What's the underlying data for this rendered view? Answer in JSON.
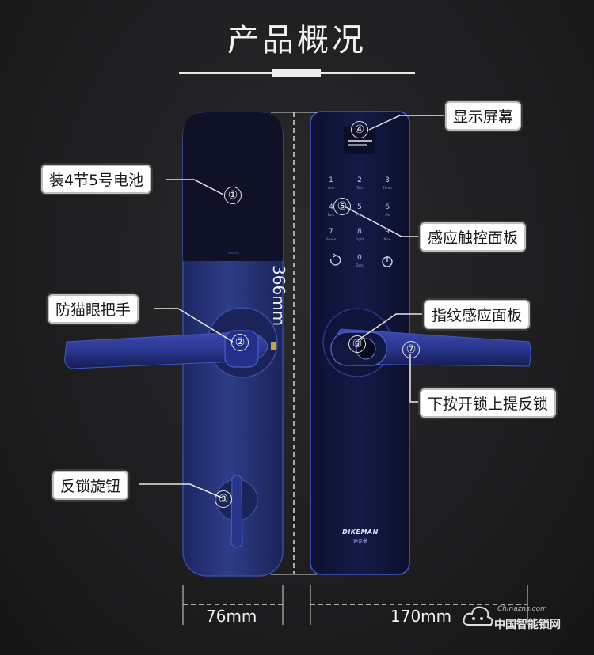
{
  "header": {
    "title": "产品概况"
  },
  "callouts": {
    "battery": "装4节5号电池",
    "handle_left": "防猫眼把手",
    "knob": "反锁旋钮",
    "screen": "显示屏幕",
    "touch_panel": "感应触控面板",
    "fingerprint": "指纹感应面板",
    "handle_action": "下按开锁上提反锁"
  },
  "markers": {
    "m1": "①",
    "m2": "②",
    "m3": "③",
    "m4": "④",
    "m5": "⑤",
    "m6": "⑥",
    "m7": "⑦"
  },
  "dimensions": {
    "height": "366mm",
    "inner_width": "76mm",
    "outer_width": "170mm"
  },
  "keypad": {
    "keys": [
      {
        "digit": "1",
        "word": "One"
      },
      {
        "digit": "2",
        "word": "Two"
      },
      {
        "digit": "3",
        "word": "Three"
      },
      {
        "digit": "4",
        "word": "Four"
      },
      {
        "digit": "5",
        "word": "Five"
      },
      {
        "digit": "6",
        "word": "Six"
      },
      {
        "digit": "7",
        "word": "Seven"
      },
      {
        "digit": "8",
        "word": "Eight"
      },
      {
        "digit": "9",
        "word": "Nine"
      },
      {
        "digit": "0",
        "word": "Zero"
      }
    ]
  },
  "brand": {
    "logo": "DIKEMAN",
    "sub": "迪克曼"
  },
  "watermark": {
    "url": "Chinazns.com",
    "name": "中国智能锁网"
  },
  "colors": {
    "background": "#1d1d1f",
    "lock_blue": "#24306d",
    "lock_dark": "#0f1330",
    "accent_blue": "#3a50b8"
  }
}
